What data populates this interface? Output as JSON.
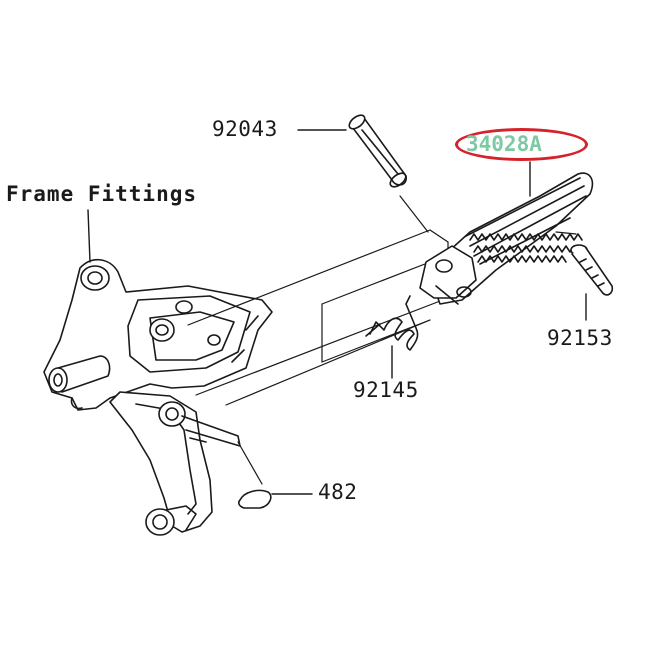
{
  "diagram": {
    "assembly_label": "Frame Fittings",
    "parts": {
      "pin": "92043",
      "footpeg": "34028A",
      "bolt": "92153",
      "spring": "92145",
      "clip": "482"
    },
    "highlighted_part": "34028A",
    "colors": {
      "line": "#1a1a1a",
      "highlight_ring": "#d4232b",
      "highlight_text": "#7cc9a4"
    }
  }
}
